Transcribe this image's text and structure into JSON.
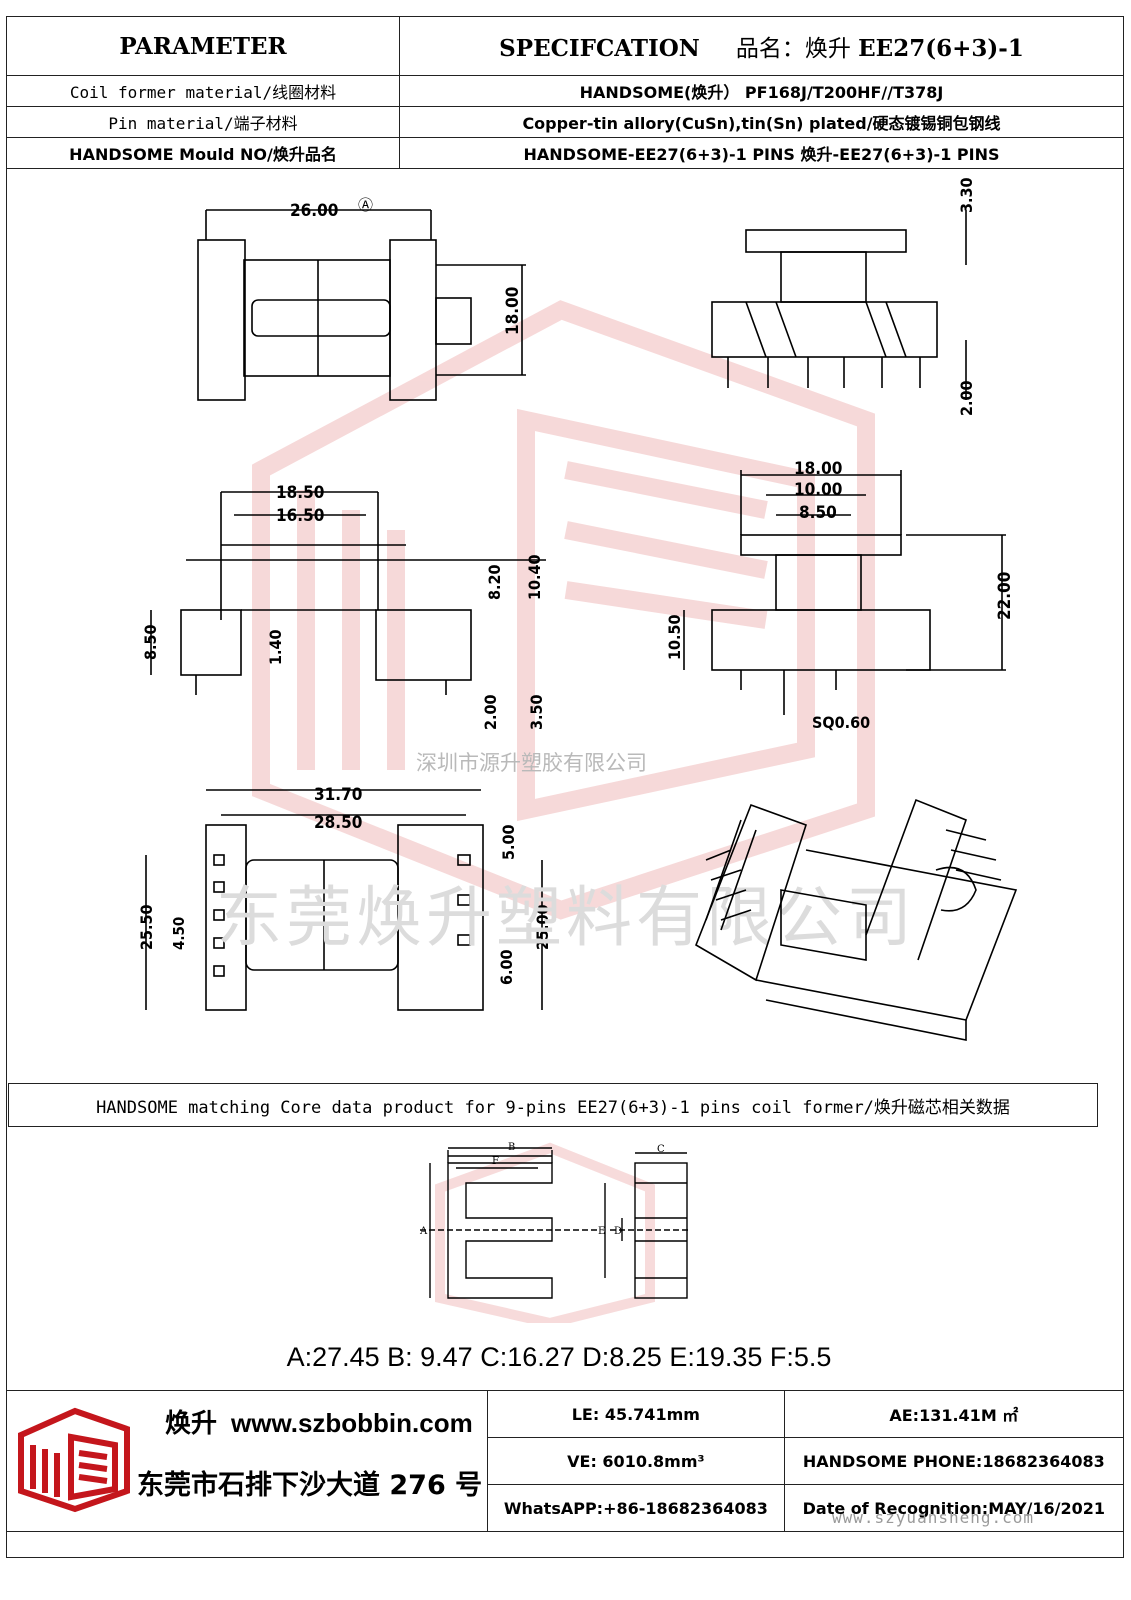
{
  "header": {
    "parameter": "PARAMETER",
    "specification": "SPECIFCATION",
    "product_label": "品名：焕升",
    "product_model": "EE27(6+3)-1"
  },
  "rows": [
    {
      "label": "Coil former material/线圈材料",
      "value": "HANDSOME(焕升）  PF168J/T200HF//T378J"
    },
    {
      "label": "Pin material/端子材料",
      "value": "Copper-tin allory(CuSn),tin(Sn) plated/硬态镀锡铜包钢线"
    },
    {
      "label": "HANDSOME Mould NO/焕升品名",
      "value": "HANDSOME-EE27(6+3)-1 PINS    焕升-EE27(6+3)-1 PINS"
    }
  ],
  "drawing": {
    "dims": {
      "a": "26.00",
      "b": "18.00",
      "top_r1": "3.30",
      "top_r2": "2.00",
      "c": "18.50",
      "d": "16.50",
      "f": "8.20",
      "g": "10.40",
      "h": "8.50",
      "m": "1.40",
      "n": "2.00",
      "o": "3.50",
      "i": "18.00",
      "j": "10.00",
      "k": "8.50",
      "l": "22.00",
      "p_side": "10.50",
      "sq": "SQ0.60",
      "p": "31.70",
      "q": "28.50",
      "r": "5.00",
      "s": "25.50",
      "t": "4.50",
      "u": "6.00",
      "v": "25.00"
    },
    "watermark_company_small": "深圳市源升塑胶有限公司",
    "watermark_company_large": "东莞焕升塑料有限公司"
  },
  "core": {
    "title": "HANDSOME matching Core data  product for 9-pins EE27(6+3)-1 pins coil former/焕升磁芯相关数据",
    "labels": {
      "a": "A",
      "b": "B",
      "c": "C",
      "d": "D",
      "e": "E",
      "f": "F"
    },
    "dimensions": "A:27.45 B: 9.47 C:16.27 D:8.25 E:19.35 F:5.5"
  },
  "footer": {
    "brand_name": "焕升",
    "website": "www.szbobbin.com",
    "address": "东莞市石排下沙大道 276 号",
    "le": "LE: 45.741mm",
    "ae": "AE:131.41M ㎡",
    "ve": "VE: 6010.8mm³",
    "phone": "HANDSOME PHONE:18682364083",
    "whatsapp": "WhatsAPP:+86-18682364083",
    "date": "Date of Recognition:MAY/16/2021",
    "watermark_url": "www.szyuansheng.com"
  },
  "colors": {
    "accent_red": "#c4161c",
    "line": "#222222"
  }
}
